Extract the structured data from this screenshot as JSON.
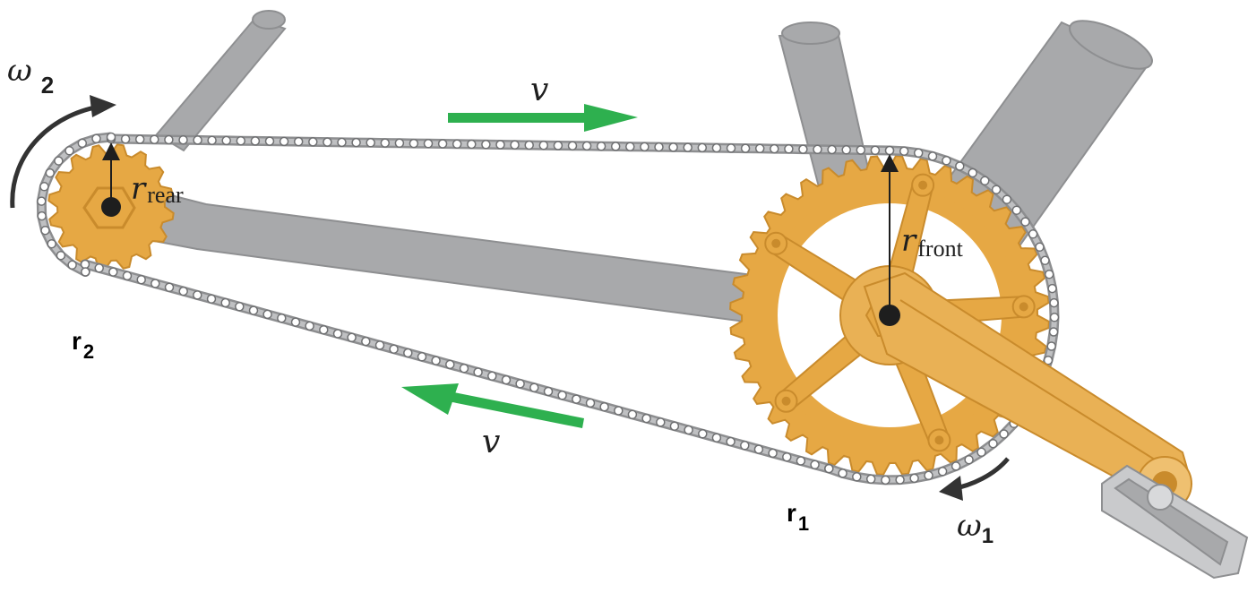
{
  "labels": {
    "omega2": {
      "sym": "ω",
      "sub": "2"
    },
    "omega1": {
      "sym": "ω",
      "sub": "1"
    },
    "v_top": "v",
    "v_bottom": "v",
    "r_rear": {
      "sym": "r",
      "sub": "rear"
    },
    "r_front": {
      "sym": "r",
      "sub": "front"
    },
    "r2": {
      "sym": "r",
      "sub": "2"
    },
    "r1": {
      "sym": "r",
      "sub": "1"
    }
  },
  "colors": {
    "frame": "#a8a9ab",
    "frame_edge": "#8e8f91",
    "gear": "#e6a844",
    "gear_dark": "#c98b2c",
    "chain": "#8d8e90",
    "chain_link": "#bfc0c2",
    "velocity_arrow": "#2eb04f",
    "axle": "#1e1e1e",
    "omega_arrow": "#333333"
  },
  "icons": [
    "rear-sprocket-icon",
    "front-chainring-icon",
    "crank-arm-icon",
    "pedal-icon",
    "bike-frame-icon",
    "chain-icon"
  ]
}
